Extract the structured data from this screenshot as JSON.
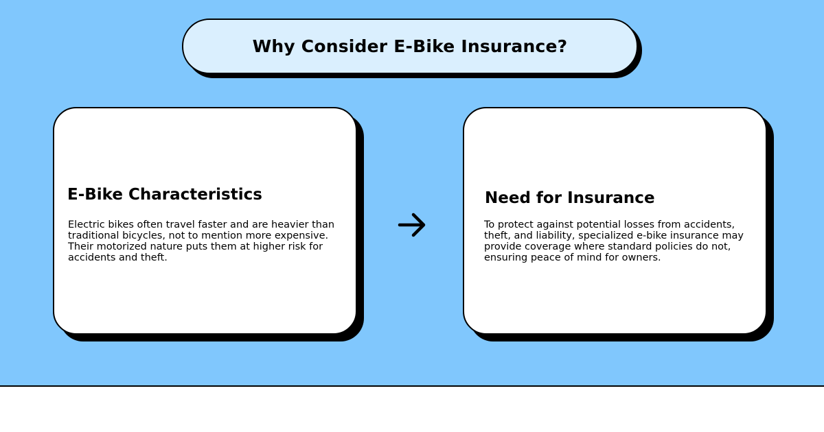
{
  "title": "Why Consider E-Bike Insurance?",
  "cards": [
    {
      "heading": "E-Bike Characteristics",
      "body": "Electric bikes often travel faster and are heavier than traditional bicycles, not to mention more expensive. Their motorized nature puts them at higher risk for accidents and theft."
    },
    {
      "heading": "Need for Insurance",
      "body": "To protect against potential losses from accidents, theft, and liability, specialized e-bike insurance may provide coverage where standard policies do not, ensuring peace of mind for owners."
    }
  ],
  "connector_icon": "arrow-right-icon",
  "colors": {
    "background": "#80c7fd",
    "title_fill": "#daeffe",
    "card_fill": "#ffffff",
    "shadow": "#000000"
  }
}
